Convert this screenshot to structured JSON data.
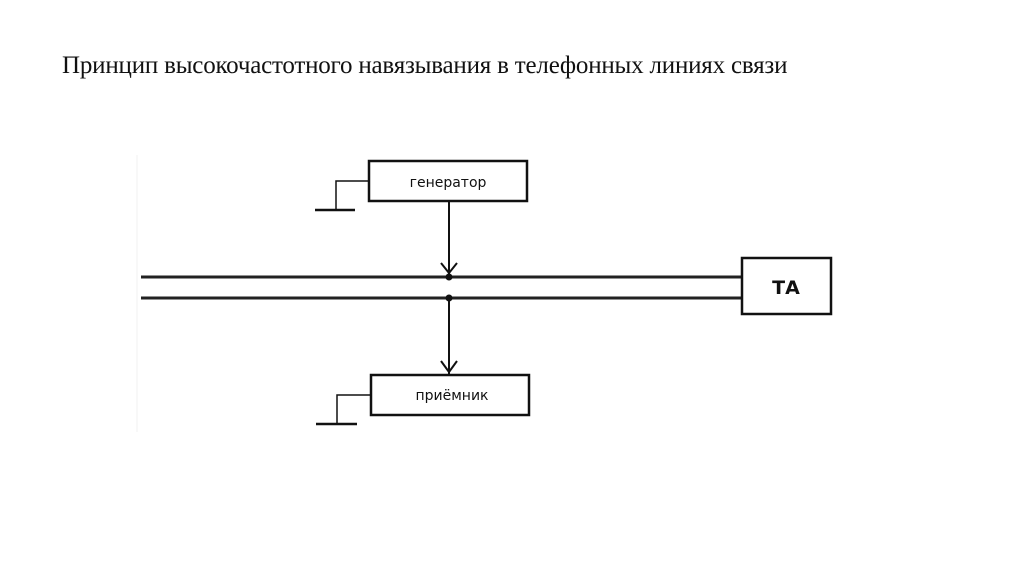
{
  "title": "Принцип высокочастотного навязывания в телефонных линиях связи",
  "diagram": {
    "nodes": [
      {
        "id": "generator",
        "label": "генератор",
        "grounded": true
      },
      {
        "id": "receiver",
        "label": "приёмник",
        "grounded": true
      },
      {
        "id": "ta",
        "label": "ТА"
      }
    ],
    "line": {
      "description": "two-wire telephone line",
      "wires": 2
    },
    "edges": [
      {
        "from": "generator",
        "to": "line-wire-1",
        "arrow": "to"
      },
      {
        "from": "line-wire-2",
        "to": "receiver",
        "arrow": "to"
      },
      {
        "from": "line",
        "to": "ta"
      }
    ]
  }
}
